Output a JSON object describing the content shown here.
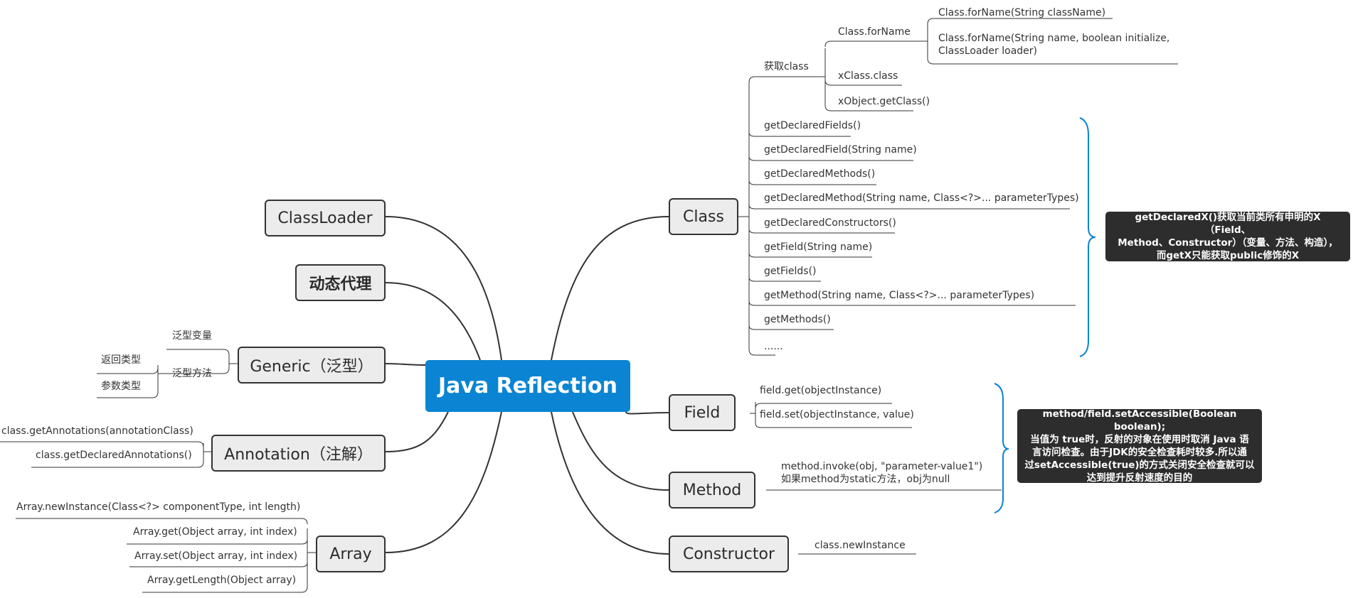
{
  "colors": {
    "root_bg": "#0a84d3",
    "main_bg": "#ececec",
    "line": "#333333",
    "brace": "#0a84d3",
    "note_bg": "#2d2d2d"
  },
  "root": {
    "label": "Java Reflection"
  },
  "left_topics": {
    "classloader": "ClassLoader",
    "dynamic_proxy": "动态代理",
    "generic": {
      "label": "Generic（泛型）",
      "children": {
        "type_var": "泛型变量",
        "generic_method": "泛型方法",
        "return_type": "返回类型",
        "param_type": "参数类型"
      }
    },
    "annotation": {
      "label": "Annotation（注解）",
      "children": [
        "class.getAnnotations(annotationClass)",
        "class.getDeclaredAnnotations()"
      ]
    },
    "array": {
      "label": "Array",
      "children": [
        "Array.newInstance(Class<?> componentType, int length)",
        "Array.get(Object array, int index)",
        "Array.set(Object array, int index)",
        "Array.getLength(Object array)"
      ]
    }
  },
  "right_topics": {
    "class": {
      "label": "Class",
      "get_class": {
        "label": "获取class",
        "forname": {
          "label": "Class.forName",
          "children": [
            "Class.forName(String className)",
            "Class.forName(String name, boolean initialize,",
            "ClassLoader loader)"
          ]
        },
        "xclass": "xClass.class",
        "xobject": "xObject.getClass()"
      },
      "methods": [
        "getDeclaredFields()",
        "getDeclaredField(String name)",
        "getDeclaredMethods()",
        "getDeclaredMethod(String name, Class<?>... parameterTypes)",
        "getDeclaredConstructors()",
        "getField(String name)",
        "getFields()",
        "getMethod(String name, Class<?>... parameterTypes)",
        "getMethods()",
        "......"
      ],
      "note": [
        "getDeclaredX()获取当前类所有申明的X（Field、",
        "Method、Constructor）（变量、方法、构造），",
        "而getX只能获取public修饰的X"
      ]
    },
    "field": {
      "label": "Field",
      "children": [
        "field.get(objectInstance)",
        "field.set(objectInstance, value)"
      ],
      "note": [
        "method/field.setAccessible(Boolean boolean);",
        "当值为 true时，反射的对象在使用时取消 Java 语",
        "言访问检查。由于JDK的安全检查耗时较多.所以通",
        "过setAccessible(true)的方式关闭安全检查就可以",
        "达到提升反射速度的目的"
      ]
    },
    "method": {
      "label": "Method",
      "children": [
        "method.invoke(obj, \"parameter-value1\")",
        "如果method为static方法，obj为null"
      ]
    },
    "constructor": {
      "label": "Constructor",
      "children": [
        "class.newInstance"
      ]
    }
  }
}
